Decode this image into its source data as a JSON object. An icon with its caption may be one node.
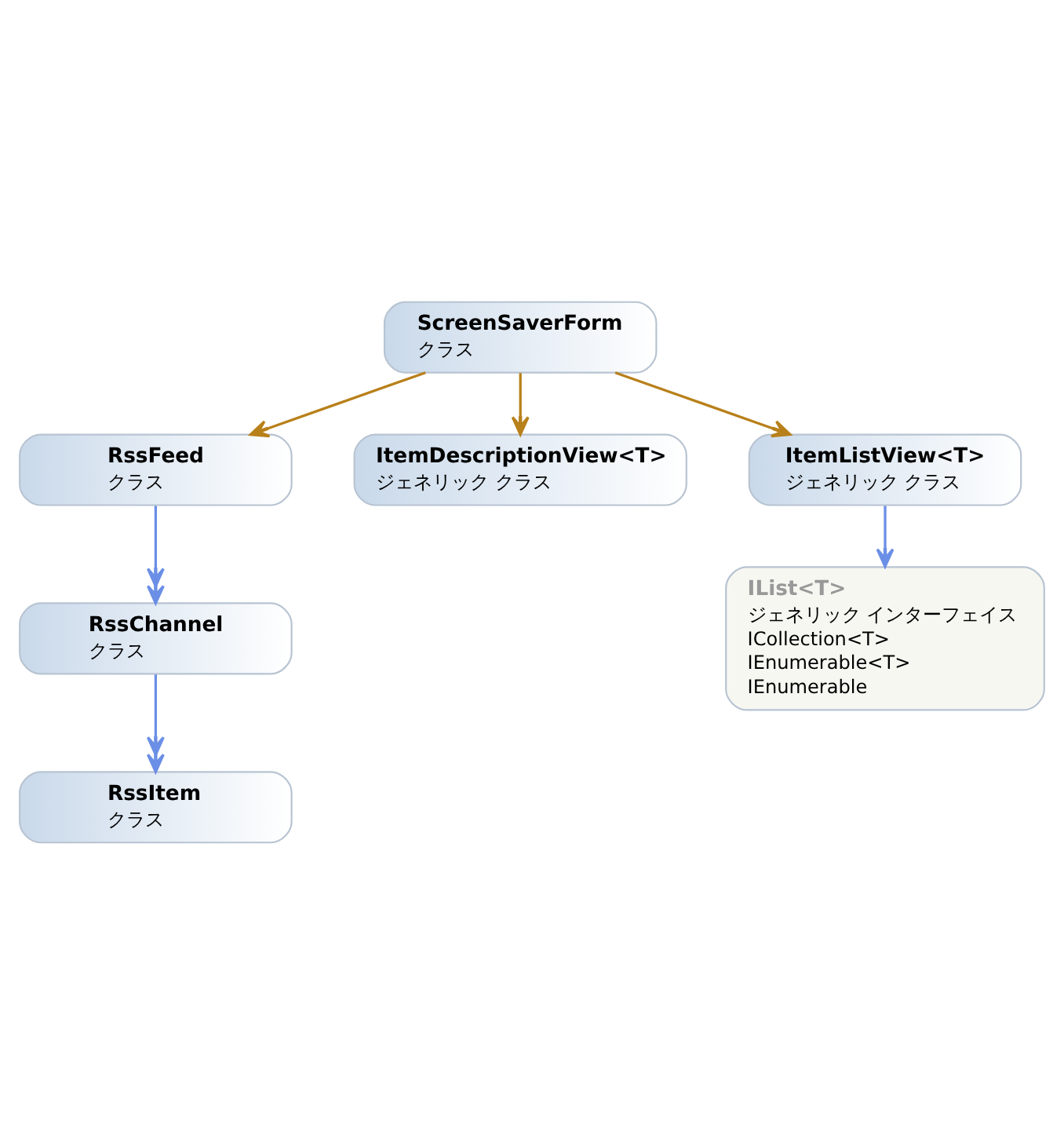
{
  "diagram": {
    "nodes": [
      {
        "text": [
          "ScreenSaverForm",
          "クラス"
        ]
      },
      {
        "text": [
          "RssFeed",
          "クラス"
        ]
      },
      {
        "text": [
          "ItemDescriptionView<T>",
          "ジェネリック クラス"
        ]
      },
      {
        "text": [
          "RssChannel",
          "クラス"
        ]
      },
      {
        "text": [
          "IList<T>",
          "ジェネリック インターフェイス",
          "ICollection<T>",
          "IEnumerable<T>",
          "IEnumerable"
        ]
      },
      {
        "text": [
          "RssItem",
          "クラス"
        ]
      },
      {
        "text": [
          "ItemListView<T>",
          "ジェネリック クラス"
        ]
      }
    ],
    "edges": [
      {
        "from": 0,
        "to": 1,
        "arrow": "to",
        "color": "#b8801a"
      },
      {
        "from": 0,
        "to": 2,
        "arrow": "to",
        "color": "#b8801a"
      },
      {
        "from": 1,
        "to": 3,
        "arrow": "to",
        "color": "#6b8fe6"
      },
      {
        "from": 3,
        "to": 5,
        "arrow": "to",
        "color": "#6b8fe6"
      },
      {
        "from": 0,
        "to": 6,
        "arrow": "to",
        "color": "#b8801a"
      },
      {
        "from": 6,
        "to": 4,
        "arrow": "to",
        "color": "#6b8fe6"
      }
    ]
  }
}
